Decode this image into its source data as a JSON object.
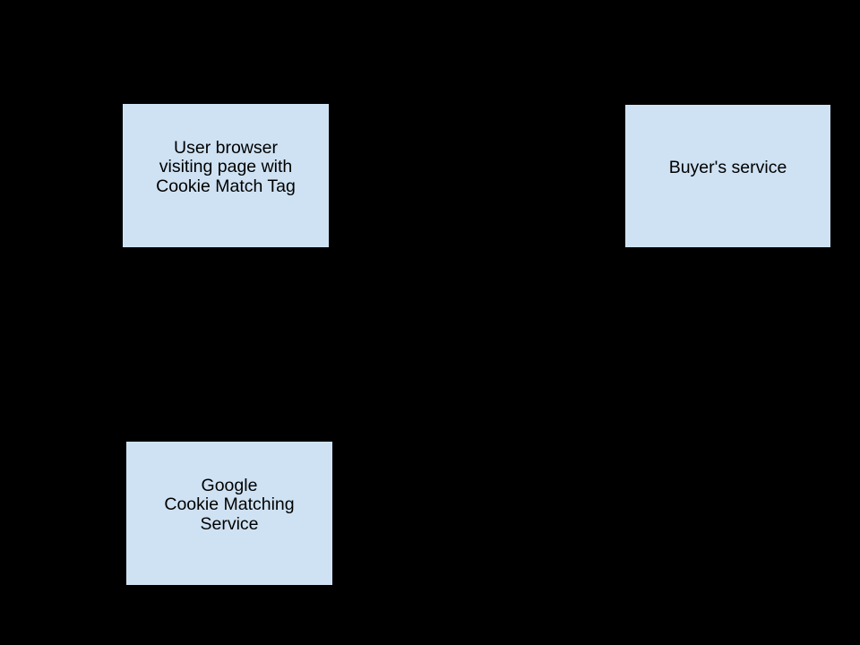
{
  "colors": {
    "background": "#000000",
    "node_fill": "#cfe2f3",
    "node_border": "#000000",
    "node_text": "#000000"
  },
  "diagram": {
    "description": "Cookie matching flow diagram with three entity boxes",
    "nodes": [
      {
        "id": "user-browser",
        "lines": [
          "User browser",
          "visiting page with",
          "Cookie Match Tag"
        ]
      },
      {
        "id": "buyers-service",
        "lines": [
          "Buyer's service"
        ]
      },
      {
        "id": "google-cookie-matching-service",
        "lines": [
          "Google",
          "Cookie Matching",
          "Service"
        ]
      }
    ]
  }
}
